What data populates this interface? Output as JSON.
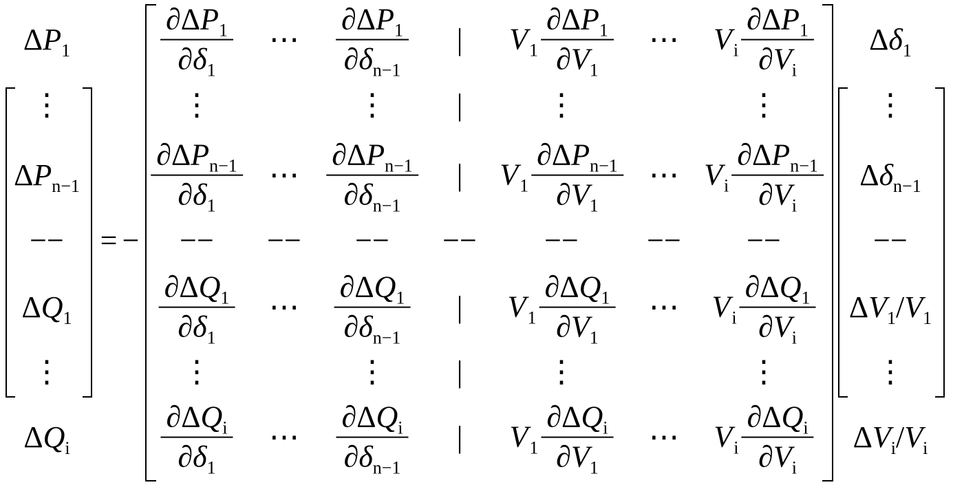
{
  "equation": {
    "equals_sign": "=",
    "minus_sign": "−",
    "cell_sep": "|",
    "dash_sep": "−−",
    "dots_h": "⋯",
    "dots_v": "⋮",
    "lhs": [
      {
        "kind": "var",
        "delta": "Δ",
        "sym": "P",
        "sub": "1"
      },
      {
        "kind": "vdots"
      },
      {
        "kind": "var",
        "delta": "Δ",
        "sym": "P",
        "sub": "n−1"
      },
      {
        "kind": "dash"
      },
      {
        "kind": "var",
        "delta": "Δ",
        "sym": "Q",
        "sub": "1"
      },
      {
        "kind": "vdots"
      },
      {
        "kind": "var",
        "delta": "Δ",
        "sym": "Q",
        "sub": "i"
      }
    ],
    "rhs": [
      {
        "kind": "var",
        "delta": "Δ",
        "sym": "δ",
        "sub": "1"
      },
      {
        "kind": "vdots"
      },
      {
        "kind": "var",
        "delta": "Δ",
        "sym": "δ",
        "sub": "n−1"
      },
      {
        "kind": "dash"
      },
      {
        "kind": "ratio",
        "delta": "Δ",
        "sym": "V",
        "sub": "1",
        "slash": "/",
        "den_sym": "V",
        "den_sub": "1"
      },
      {
        "kind": "vdots"
      },
      {
        "kind": "ratio",
        "delta": "Δ",
        "sym": "V",
        "sub": "i",
        "slash": "/",
        "den_sym": "V",
        "den_sub": "i"
      }
    ],
    "jacobian_rows": [
      {
        "kind": "row",
        "f_sym": "P",
        "f_sub": "1"
      },
      {
        "kind": "vdots"
      },
      {
        "kind": "row",
        "f_sym": "P",
        "f_sub": "n−1"
      },
      {
        "kind": "dash"
      },
      {
        "kind": "row",
        "f_sym": "Q",
        "f_sub": "1"
      },
      {
        "kind": "vdots"
      },
      {
        "kind": "row",
        "f_sym": "Q",
        "f_sub": "i"
      }
    ],
    "jacobian_cols": [
      {
        "kind": "d_delta",
        "x_sym": "δ",
        "x_sub": "1"
      },
      {
        "kind": "hdots"
      },
      {
        "kind": "d_delta",
        "x_sym": "δ",
        "x_sub": "n−1"
      },
      {
        "kind": "sep"
      },
      {
        "kind": "d_volt",
        "coef_sym": "V",
        "coef_sub": "1",
        "x_sym": "V",
        "x_sub": "1"
      },
      {
        "kind": "hdots"
      },
      {
        "kind": "d_volt",
        "coef_sym": "V",
        "coef_sub": "i",
        "x_sym": "V",
        "x_sub": "i"
      }
    ],
    "partial": "∂"
  }
}
